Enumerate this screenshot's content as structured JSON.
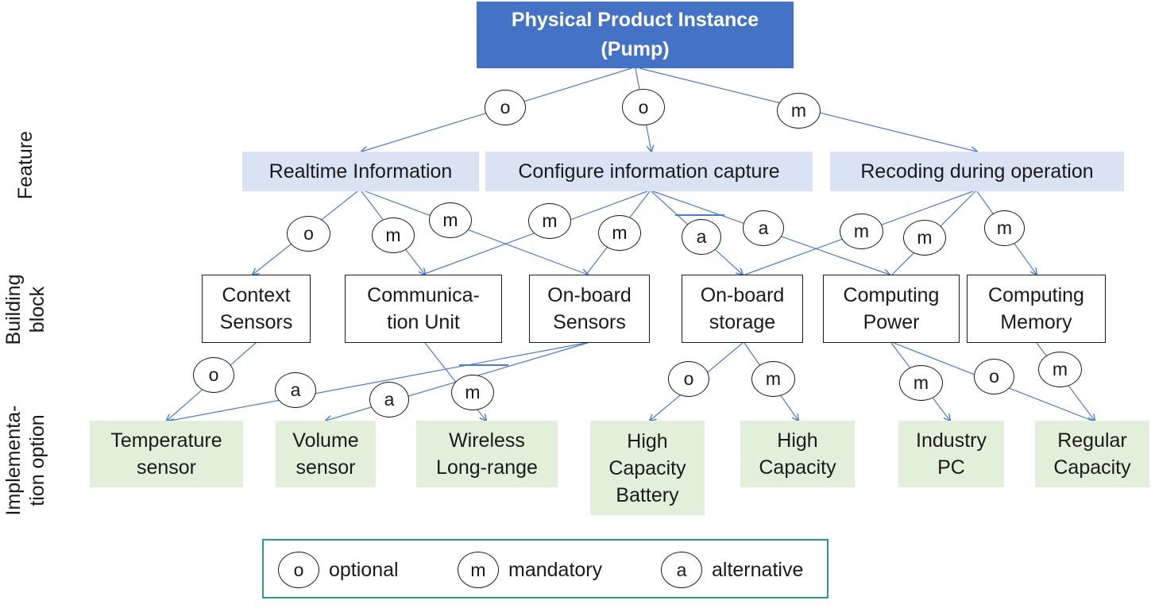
{
  "root": {
    "line1": "Physical Product Instance",
    "line2": "(Pump)"
  },
  "rows": {
    "feature": "Feature",
    "building": [
      "Building",
      "block"
    ],
    "implementation": [
      "Implementa-",
      "tion option"
    ]
  },
  "features": {
    "realtime": "Realtime Information",
    "configure": "Configure information capture",
    "recoding": "Recoding during operation"
  },
  "blocks": {
    "context": [
      "Context",
      "Sensors"
    ],
    "comm": [
      "Communica-",
      "tion Unit"
    ],
    "onboard_sensors": [
      "On-board",
      "Sensors"
    ],
    "onboard_storage": [
      "On-board",
      "storage"
    ],
    "computing_power": [
      "Computing",
      "Power"
    ],
    "computing_memory": [
      "Computing",
      "Memory"
    ]
  },
  "implementations": {
    "temperature": [
      "Temperature",
      "sensor"
    ],
    "volume": [
      "Volume",
      "sensor"
    ],
    "wireless": [
      "Wireless",
      "Long-range"
    ],
    "hc_battery": [
      "High",
      "Capacity",
      "Battery"
    ],
    "high_capacity": [
      "High",
      "Capacity"
    ],
    "industry_pc": [
      "Industry",
      "PC"
    ],
    "regular_capacity": [
      "Regular",
      "Capacity"
    ]
  },
  "markers": {
    "root_realtime": "o",
    "root_configure": "o",
    "root_recoding": "m",
    "rt_context": "o",
    "rt_comm": "m",
    "rt_onboard": "m",
    "cfg_comm": "m",
    "cfg_onboard": "m",
    "cfg_storage": "a",
    "cfg_power": "a",
    "rec_storage": "m",
    "rec_power": "m",
    "rec_memory": "m",
    "ctx_temp": "o",
    "obs_temp": "a",
    "obs_volume": "a",
    "comm_wireless": "m",
    "sto_battery": "o",
    "sto_high": "m",
    "pow_industry": "m",
    "pow_regular": "o",
    "mem_regular": "m"
  },
  "legend": [
    {
      "symbol": "o",
      "label": "optional"
    },
    {
      "symbol": "m",
      "label": "mandatory"
    },
    {
      "symbol": "a",
      "label": "alternative"
    }
  ],
  "colors": {
    "root_fill": "#4472c4",
    "feature_fill": "#dae3f3",
    "implementation_fill": "#e2efda",
    "connector": "#4a7cc9",
    "legend_border": "#2e9c73"
  }
}
